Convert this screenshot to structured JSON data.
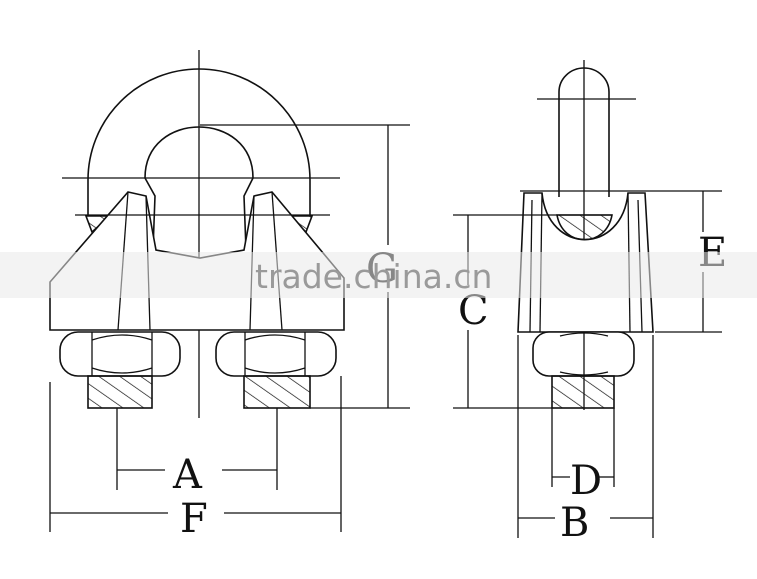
{
  "labels": {
    "A": "A",
    "B": "B",
    "C": "C",
    "D": "D",
    "E": "E",
    "F": "F",
    "G": "G"
  },
  "watermark": "trade.china.cn"
}
